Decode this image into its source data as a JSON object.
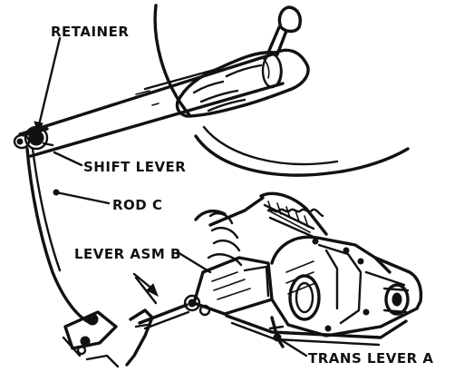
{
  "labels": {
    "retainer": "RETAINER",
    "shift_lever": "SHIFT LEVER",
    "rod_c": "ROD C",
    "lever_asm_b": "LEVER ASM B",
    "trans_lever_a": "TRANS LEVER A"
  },
  "colors": {
    "ink": "#111111",
    "paper": "#ffffff"
  }
}
